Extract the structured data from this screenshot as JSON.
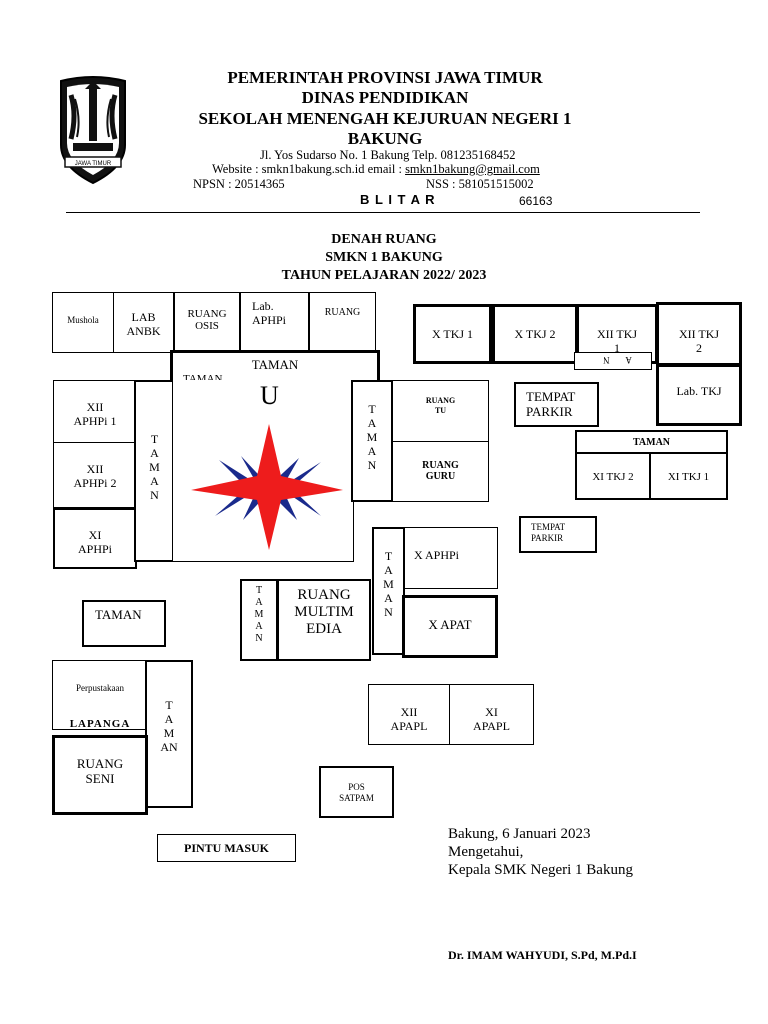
{
  "header": {
    "line1": "PEMERINTAH PROVINSI JAWA TIMUR",
    "line2": "DINAS PENDIDIKAN",
    "line3": "SEKOLAH MENENGAH KEJURUAN  NEGERI 1",
    "line4": "BAKUNG",
    "address": "Jl. Yos Sudarso No. 1 Bakung Telp. 081235168452",
    "website": "Website : smkn1bakung.sch.id email : ",
    "email": "smkn1bakung@gmail.com",
    "npsn": "NPSN : 20514365",
    "nss": "NSS : 581051515002",
    "city": "B L I T A R",
    "postal": "66163",
    "emblem_text": "JAWA TIMUR"
  },
  "title": {
    "line1": "DENAH RUANG",
    "line2": "SMKN 1 BAKUNG",
    "line3": "TAHUN PELAJARAN 2022/ 2023"
  },
  "compass": {
    "north": "U",
    "colors": {
      "red": "#ee1c1c",
      "blue": "#1a2a8c"
    }
  },
  "rooms": {
    "mushola": "Mushola",
    "lab_anbk": "LAB\nANBK",
    "ruang_osis": "RUANG\nOSIS",
    "lab_aphpi": "Lab.\nAPHPi",
    "ruang": "RUANG",
    "taman_top": "TAMAN",
    "taman_top_cut": "TAMAN",
    "x_tkj1": "X TKJ 1",
    "x_tkj2": "X TKJ 2",
    "xii_tkj1": "XII TKJ\n1",
    "xii_tkj2": "XII TKJ\n2",
    "taman_small_vertical": "T\nA\nM\nA\nN",
    "lab_tkj": "Lab. TKJ",
    "xii_aphpi1": "XII\nAPHPi 1",
    "xii_aphpi2": "XII\nAPHPi 2",
    "xi_aphpi": "XI\nAPHPi",
    "taman_left_vertical": "T\nA\nM\nA\nN",
    "taman_center_vertical": "T\nA\nM\nA\nN",
    "ruang_tu": "RUANG\nTU",
    "ruang_guru": "RUANG\nGURU",
    "tempat_parkir1": "TEMPAT\nPARKIR",
    "taman_right": "TAMAN",
    "xi_tkj2": "XI TKJ 2",
    "xi_tkj1": "XI TKJ 1",
    "tempat_parkir2": "TEMPAT\nPARKIR",
    "taman_mid_vertical": "T\nA\nM\nA\nN",
    "x_aphpi": "X APHPi",
    "x_apat": "X APAT",
    "taman_multimedia_vertical": "T\nA\nM\nA\nN",
    "ruang_multimedia": "RUANG\nMULTIM\nEDIA",
    "taman_box": "TAMAN",
    "perpustakaan": "Perpustakaan",
    "lapangan_cut": "LAPANGA",
    "taman_bottom_vertical": "T\nA\nM\nAN",
    "ruang_seni": "RUANG\nSENI",
    "xii_apapl": "XII\nAPAPL",
    "xi_apapl": "XI\nAPAPL",
    "pos_satpam": "POS\nSATPAM",
    "pintu_masuk": "PINTU MASUK"
  },
  "signature": {
    "date": "Bakung, 6 Januari 2023",
    "mengetahui": "Mengetahui,",
    "position": "Kepala SMK Negeri 1 Bakung",
    "name": "Dr. IMAM WAHYUDI, S.Pd, M.Pd.I"
  }
}
